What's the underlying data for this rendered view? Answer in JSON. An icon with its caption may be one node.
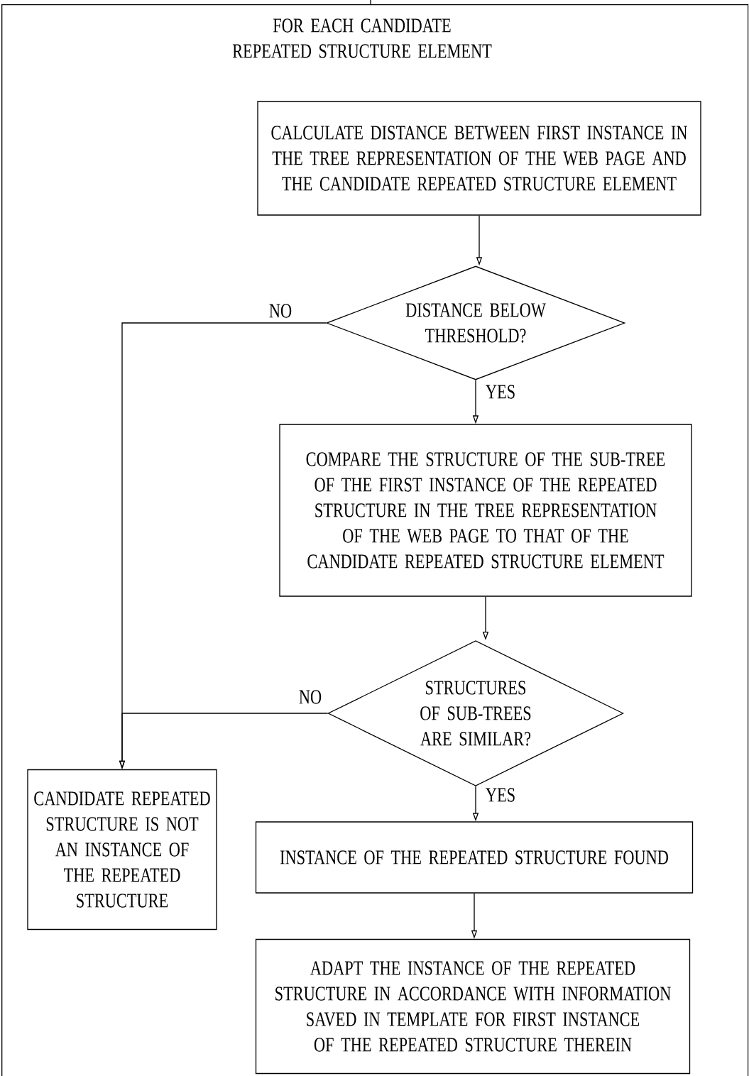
{
  "diagram": {
    "nodes": [
      {
        "text": [
          "FOR EACH CANDIDATE REPEATED STRUCTURE ELEMENT"
        ]
      },
      {
        "text": [
          "CALCULATE DISTANCE BETWEEN FIRST INSTANCE IN THE TREE REPRESENTATION OF THE WEB PAGE AND THE CANDIDATE REPEATED STRUCTURE ELEMENT"
        ],
        "in": 0
      },
      {
        "text": [
          "DISTANCE BELOW THRESHOLD?"
        ],
        "in": 0
      },
      {
        "text": [
          "COMPARE THE STRUCTURE OF THE SUB-TREE OF THE FIRST INSTANCE OF THE REPEATED STRUCTURE IN THE TREE REPRESENTATION OF THE WEB PAGE TO THAT OF THE CANDIDATE REPEATED STRUCTURE ELEMENT"
        ],
        "in": 0
      },
      {
        "text": [
          "STRUCTURES OF SUB-TREES ARE SIMILAR?"
        ],
        "in": 0
      },
      {
        "text": [
          "CANDIDATE REPEATED STRUCTURE IS NOT AN INSTANCE OF THE REPEATED STRUCTURE"
        ],
        "in": 0
      },
      {
        "text": [
          "INSTANCE OF THE REPEATED STRUCTURE FOUND"
        ],
        "in": 0
      },
      {
        "text": [
          "ADAPT THE INSTANCE OF THE REPEATED STRUCTURE IN ACCORDANCE WITH INFORMATION SAVED IN TEMPLATE FOR FIRST INSTANCE OF THE REPEATED STRUCTURE THEREIN"
        ],
        "in": 0
      }
    ],
    "edges": [
      {
        "from": null,
        "to": 0,
        "arrow": "none"
      },
      {
        "from": 1,
        "to": 2,
        "arrow": "to"
      },
      {
        "from": 2,
        "to": 3,
        "arrow": "to",
        "label": "YES"
      },
      {
        "from": 2,
        "to": 5,
        "arrow": "to",
        "label": "NO"
      },
      {
        "from": 3,
        "to": 4,
        "arrow": "to"
      },
      {
        "from": 4,
        "to": 5,
        "arrow": "to",
        "label": "NO"
      },
      {
        "from": 4,
        "to": 6,
        "arrow": "to",
        "label": "YES"
      },
      {
        "from": 6,
        "to": 7,
        "arrow": "to"
      }
    ]
  }
}
